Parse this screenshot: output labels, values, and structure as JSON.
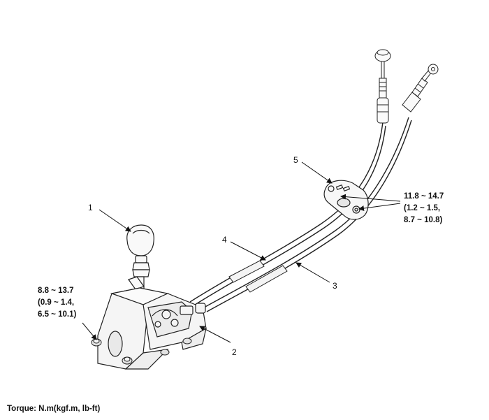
{
  "callouts": {
    "c1": "1",
    "c2": "2",
    "c3": "3",
    "c4": "4",
    "c5": "5"
  },
  "torque_left": {
    "line1": "8.8 ~ 13.7",
    "line2": "(0.9 ~ 1.4,",
    "line3": "6.5 ~ 10.1)"
  },
  "torque_right": {
    "line1": "11.8 ~ 14.7",
    "line2": "(1.2 ~ 1.5,",
    "line3": "8.7 ~ 10.8)"
  },
  "footer": {
    "units": "Torque: N.m(kgf.m, lb-ft)"
  }
}
